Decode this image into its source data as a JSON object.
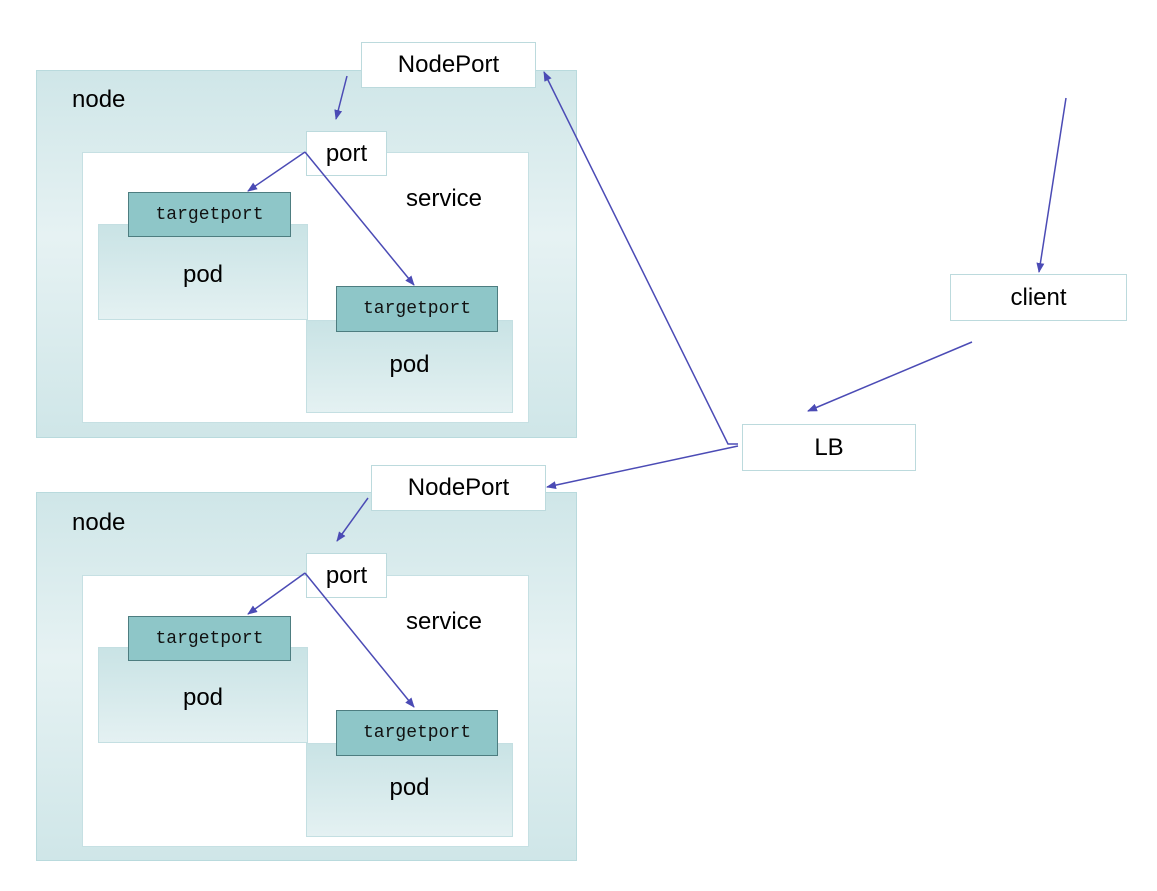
{
  "colors": {
    "node_gradient_top": "#cfe6e8",
    "node_gradient_mid": "#e6f2f3",
    "pod_gradient_top": "#c9e3e5",
    "pod_gradient_bottom": "#e4f1f2",
    "targetport_fill": "#8ec6c8",
    "arrow": "#4b4bb5"
  },
  "nodes": [
    {
      "node_label": "node",
      "nodeport_label": "NodePort",
      "port_label": "port",
      "service_label": "service",
      "pods": [
        {
          "targetport_label": "targetport",
          "pod_label": "pod"
        },
        {
          "targetport_label": "targetport",
          "pod_label": "pod"
        }
      ]
    },
    {
      "node_label": "node",
      "nodeport_label": "NodePort",
      "port_label": "port",
      "service_label": "service",
      "pods": [
        {
          "targetport_label": "targetport",
          "pod_label": "pod"
        },
        {
          "targetport_label": "targetport",
          "pod_label": "pod"
        }
      ]
    }
  ],
  "client_label": "client",
  "lb_label": "LB"
}
